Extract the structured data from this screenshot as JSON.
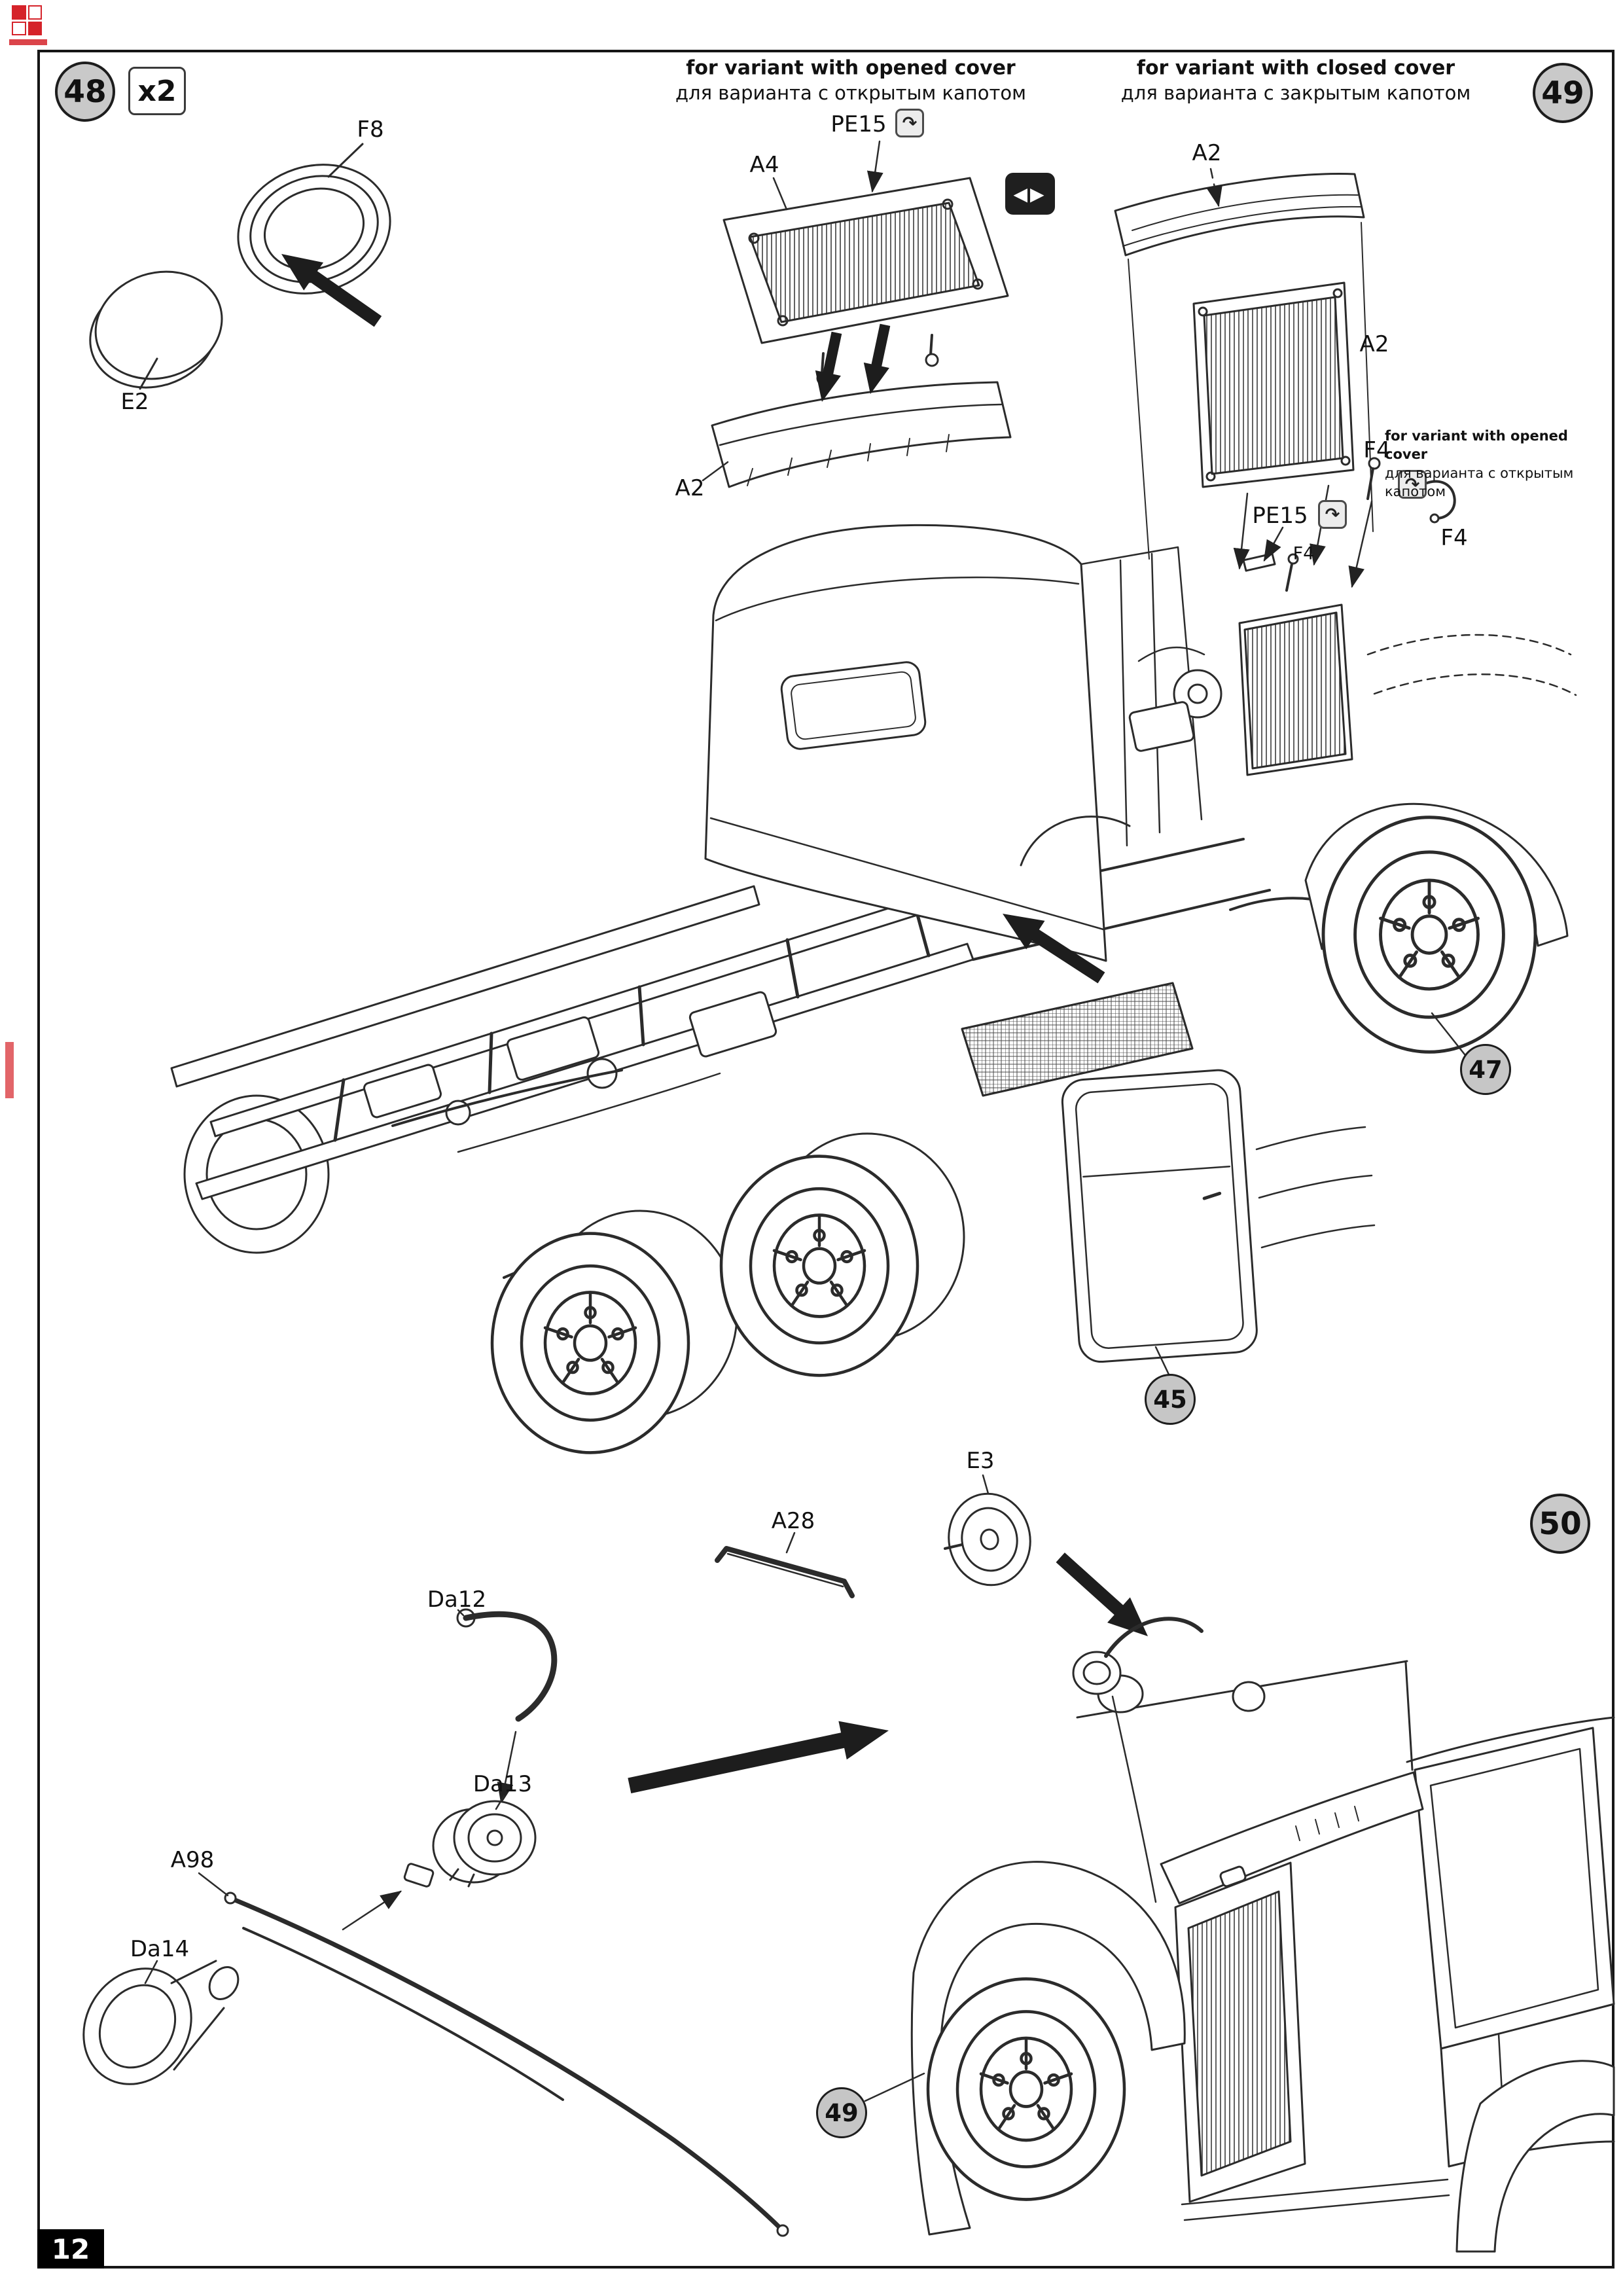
{
  "page": {
    "number": "12"
  },
  "steps": {
    "s48": {
      "number": "48",
      "multiplier": "x2"
    },
    "s49": {
      "number": "49"
    },
    "s50": {
      "number": "50"
    }
  },
  "notes": {
    "opened_en": "for variant with opened cover",
    "opened_ru": "для варианта с открытым капотом",
    "closed_en": "for variant with closed cover",
    "closed_ru": "для варианта с закрытым капотом"
  },
  "parts": {
    "f8": "F8",
    "e2": "E2",
    "a4": "A4",
    "a2": "A2",
    "pe15": "PE15",
    "f4": "F4",
    "e3": "E3",
    "a28": "A28",
    "da12": "Da12",
    "da13": "Da13",
    "da14": "Da14",
    "a98": "A98"
  },
  "callouts": {
    "c45": "45",
    "c47": "47",
    "c49": "49"
  },
  "icons": {
    "flip": "◀▶",
    "bend": "↷"
  },
  "colors": {
    "watermark_red": "#d5232a",
    "line": "#2b2b2b",
    "badge_fill": "#c9c9c9"
  }
}
